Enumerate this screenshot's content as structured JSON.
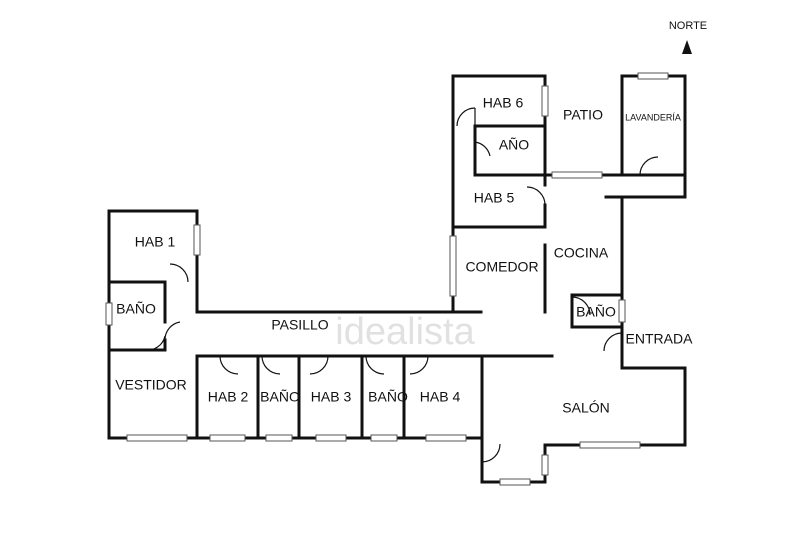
{
  "compass": {
    "label": "NORTE"
  },
  "watermark": "idealista",
  "rooms": {
    "hab6": "HAB 6",
    "patio": "PATIO",
    "lavanderia": "LAVANDERÍA",
    "bano_hab6": "AÑO",
    "hab5": "HAB 5",
    "hab1": "HAB 1",
    "comedor": "COMEDOR",
    "cocina": "COCINA",
    "bano_hab1": "BAÑO",
    "pasillo": "PASILLO",
    "bano_cocina": "BAÑO",
    "entrada": "ENTRADA",
    "vestidor": "VESTIDOR",
    "hab2": "HAB 2",
    "bano_2": "BAÑO",
    "hab3": "HAB 3",
    "bano_3": "BAÑO",
    "hab4": "HAB 4",
    "salon": "SALÓN"
  }
}
